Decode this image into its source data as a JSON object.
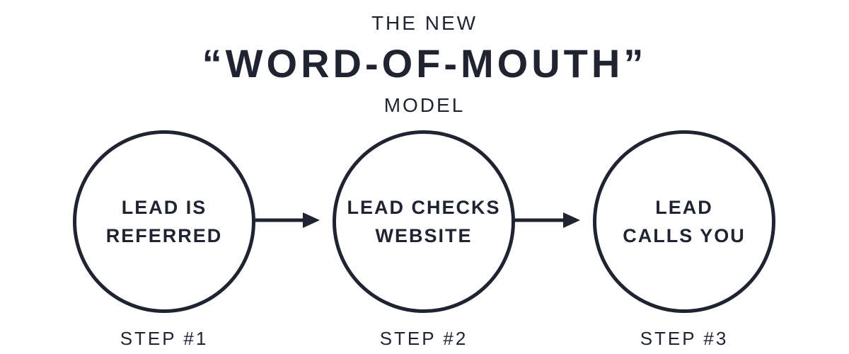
{
  "title": {
    "top": "THE NEW",
    "main": "“WORD-OF-MOUTH”",
    "bottom": "MODEL"
  },
  "steps": [
    {
      "line1": "LEAD IS",
      "line2": "REFERRED",
      "label": "STEP #1"
    },
    {
      "line1": "LEAD CHECKS",
      "line2": "WEBSITE",
      "label": "STEP #2"
    },
    {
      "line1": "LEAD",
      "line2": "CALLS YOU",
      "label": "STEP #3"
    }
  ],
  "colors": {
    "ink": "#1f2430",
    "background": "#ffffff"
  }
}
